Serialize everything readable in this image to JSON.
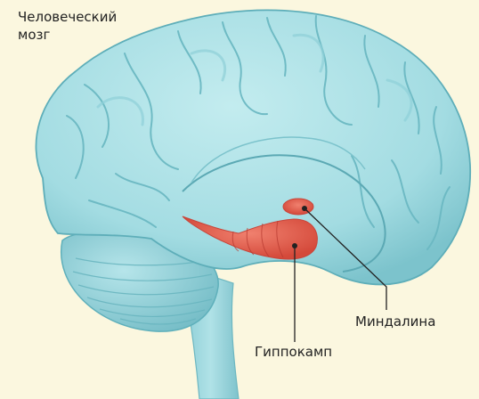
{
  "title": {
    "line1": "Человеческий",
    "line2": "мозг"
  },
  "labels": {
    "amygdala": "Миндалина",
    "hippocampus": "Гиппокамп"
  },
  "colors": {
    "background": "#fbf7df",
    "brain": "#a6dfe4",
    "brain_shadow": "#6fbcc6",
    "highlight": "#e1604f",
    "leader": "#222222"
  }
}
